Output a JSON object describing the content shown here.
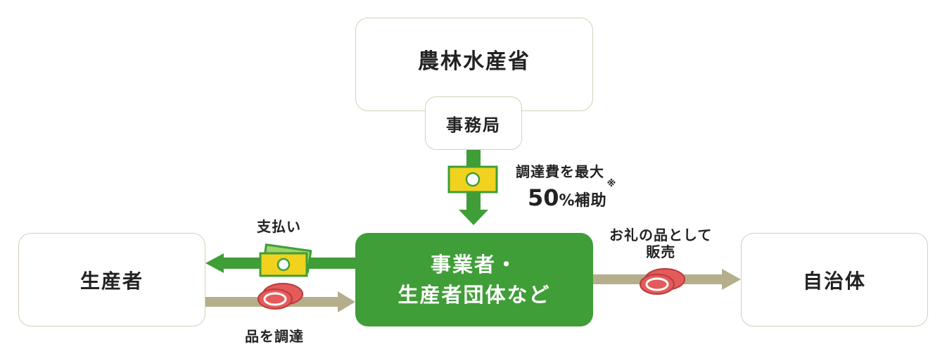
{
  "nodes": {
    "maff": "農林水産省",
    "secretariat": "事務局",
    "producer": "生産者",
    "business_line1": "事業者・",
    "business_line2": "生産者団体など",
    "local_gov": "自治体"
  },
  "labels": {
    "subsidy_line1": "調達費を最大",
    "subsidy_value": "50",
    "subsidy_percent": "%",
    "subsidy_word": "補助",
    "subsidy_note": "※",
    "payment": "支払い",
    "procure": "品を調達",
    "sell_line1": "お礼の品として",
    "sell_line2": "販売"
  },
  "icons": [
    "cash-icon",
    "meat-icon"
  ],
  "colors": {
    "green": "#3f9e37",
    "tan_arrow": "#b5ae8c",
    "cash": "#f1d21f",
    "meat": "#e45b5b"
  }
}
